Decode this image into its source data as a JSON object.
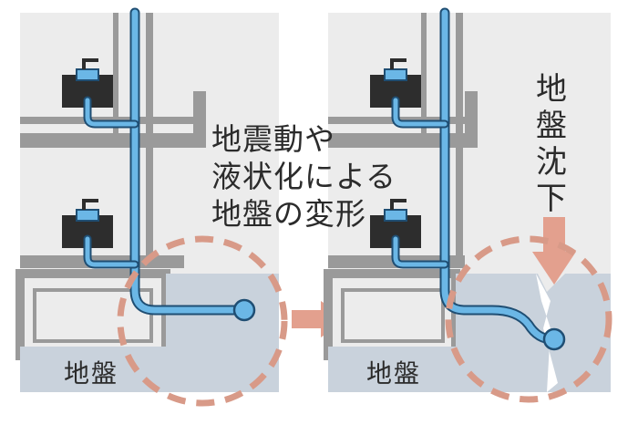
{
  "caption_middle": {
    "line1": "地震動や",
    "line2": "液状化による",
    "line3": "地盤の変形"
  },
  "caption_right": {
    "chars": [
      "地",
      "盤",
      "沈",
      "下"
    ]
  },
  "ground_label_left": "地盤",
  "ground_label_right": "地盤",
  "colors": {
    "wall": "#e8e8e8",
    "structure": "#9a9a9a",
    "ground": "#c9d2dc",
    "pipe": "#6bb7e6",
    "pipe_outline": "#1f4e73",
    "fixture": "#2d2d2d",
    "dash_circle": "#d89a88",
    "arrow": "#e3a08e"
  },
  "icons": [
    "sink-icon",
    "water-pipe-icon",
    "subsidence-arrow-icon",
    "transition-arrow-icon"
  ]
}
